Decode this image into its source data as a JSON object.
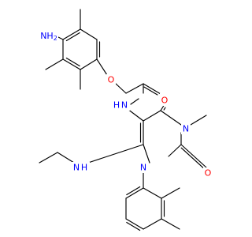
{
  "molecule": {
    "labels": {
      "amine": "NH",
      "amine_sub": "2",
      "ether_oxygen": "O",
      "amide_oxygen": "O",
      "amide_nh": "H",
      "amide_n": "N",
      "ring_carbonyl_top": "O",
      "ring_n_methyl": "N",
      "ring_carbonyl_bottom": "O",
      "ring_n_aryl": "N",
      "ethylamino_n": "N",
      "ethylamino_h": "H"
    },
    "colors": {
      "bond": "#000000",
      "nitrogen": "#0000ff",
      "oxygen": "#ff0000",
      "background": "#ffffff"
    }
  }
}
